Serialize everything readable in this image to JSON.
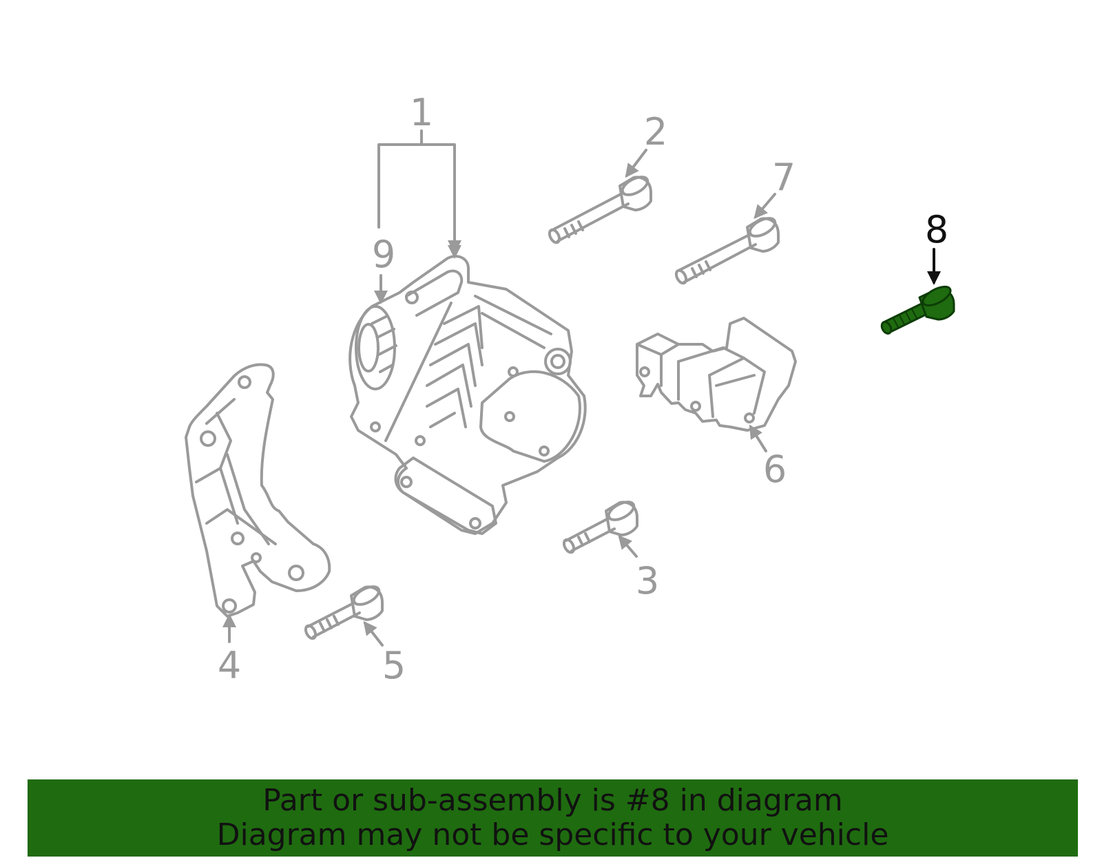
{
  "colors": {
    "part_gray": "#9a9a9a",
    "highlight_green": "#1f6b10",
    "highlight_green_dark": "#0d3d06",
    "callout_active": "#111111",
    "banner_bg": "#1f6b10",
    "banner_text": "#111111"
  },
  "callouts": {
    "c1": "1",
    "c2": "2",
    "c3": "3",
    "c4": "4",
    "c5": "5",
    "c6": "6",
    "c7": "7",
    "c8": "8",
    "c9": "9"
  },
  "highlighted_part": "8",
  "banner": {
    "line1": "Part or sub-assembly is #8 in diagram",
    "line2": "Diagram may not be specific to your vehicle"
  }
}
